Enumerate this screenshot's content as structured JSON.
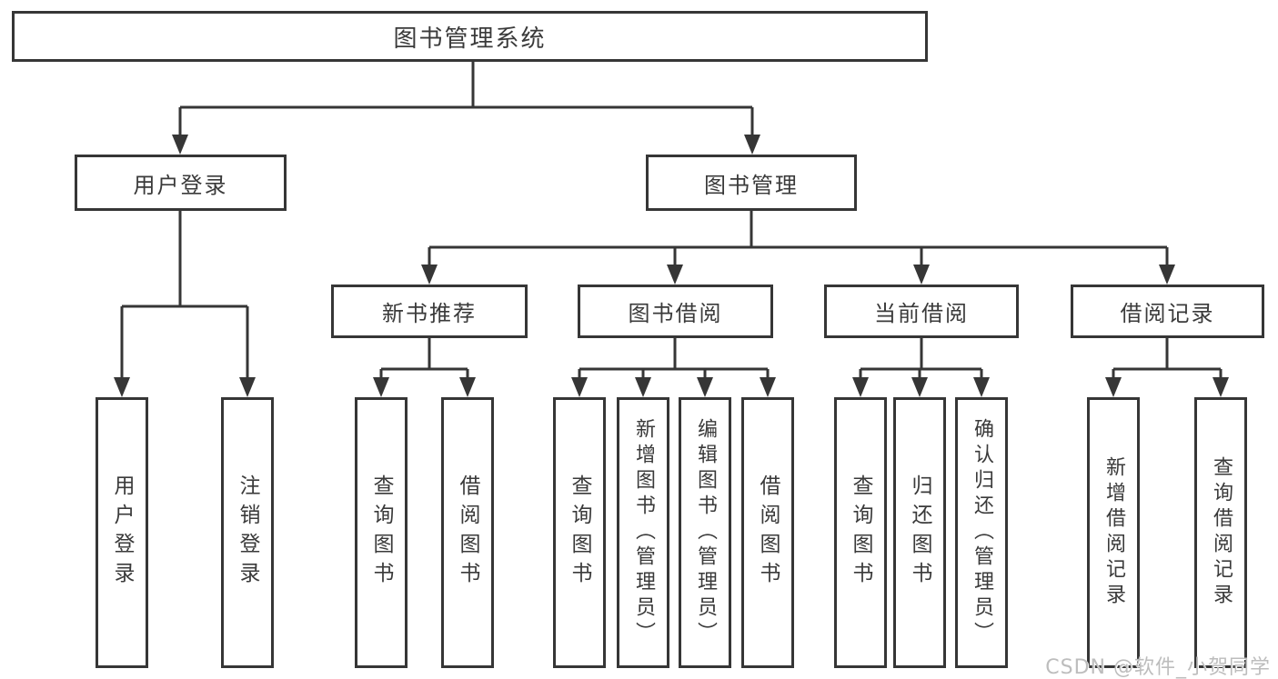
{
  "tree": {
    "label": "图书管理系统",
    "children": [
      {
        "label": "用户登录",
        "children": [
          {
            "label": "用户登录"
          },
          {
            "label": "注销登录"
          }
        ]
      },
      {
        "label": "图书管理",
        "children": [
          {
            "label": "新书推荐",
            "children": [
              {
                "label": "查询图书"
              },
              {
                "label": "借阅图书"
              }
            ]
          },
          {
            "label": "图书借阅",
            "children": [
              {
                "label": "查询图书"
              },
              {
                "label": "新增图书（管理员）"
              },
              {
                "label": "编辑图书（管理员）"
              },
              {
                "label": "借阅图书"
              }
            ]
          },
          {
            "label": "当前借阅",
            "children": [
              {
                "label": "查询图书"
              },
              {
                "label": "归还图书"
              },
              {
                "label": "确认归还（管理员）"
              }
            ]
          },
          {
            "label": "借阅记录",
            "children": [
              {
                "label": "新增借阅记录"
              },
              {
                "label": "查询借阅记录"
              }
            ]
          }
        ]
      }
    ]
  },
  "watermark": "CSDN @软件_小贺同学",
  "colors": {
    "line": "#363636",
    "box_border": "#363636",
    "text": "#3a3a3a",
    "watermark": "#bdbdbd",
    "background": "#ffffff"
  }
}
